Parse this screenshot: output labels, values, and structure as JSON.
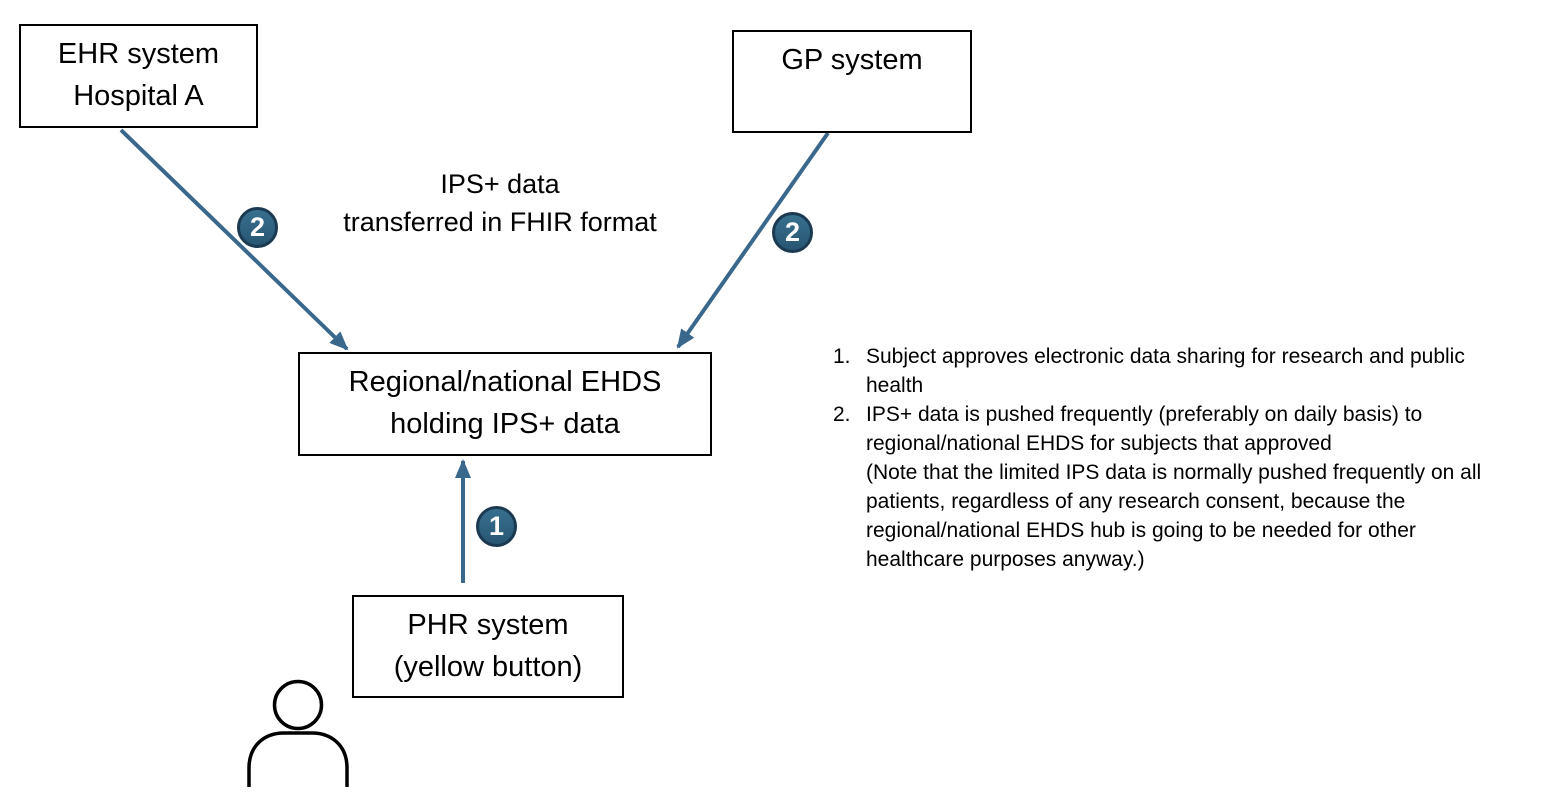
{
  "diagram": {
    "nodes": {
      "ehr": {
        "lines": [
          "EHR system",
          "Hospital A"
        ]
      },
      "gp": {
        "lines": [
          "GP system"
        ]
      },
      "ehds": {
        "lines": [
          "Regional/national EHDS",
          "holding IPS+ data"
        ]
      },
      "phr": {
        "lines": [
          "PHR system",
          "(yellow button)"
        ]
      }
    },
    "flow_label": {
      "lines": [
        "IPS+ data",
        "transferred in FHIR format"
      ]
    },
    "badges": {
      "step1": "1",
      "step2_left": "2",
      "step2_right": "2"
    },
    "colors": {
      "arrow": "#3A678C",
      "badge_fill": "#2E6084",
      "badge_border": "#1B3A52",
      "badge_text": "#FFFFFF",
      "box_border": "#000000",
      "box_fill": "#FFFFFF",
      "text": "#000000",
      "background": "#FFFFFF"
    }
  },
  "legend": {
    "items": [
      {
        "number": "1.",
        "text": "Subject approves electronic data sharing for research and public health",
        "note": ""
      },
      {
        "number": "2.",
        "text": "IPS+ data is pushed frequently (preferably on daily basis) to regional/national EHDS for subjects that approved",
        "note": "(Note that the limited IPS data is normally pushed frequently on all patients, regardless of any research consent, because the regional/national EHDS hub is going to be needed for other healthcare purposes anyway.)"
      }
    ]
  }
}
